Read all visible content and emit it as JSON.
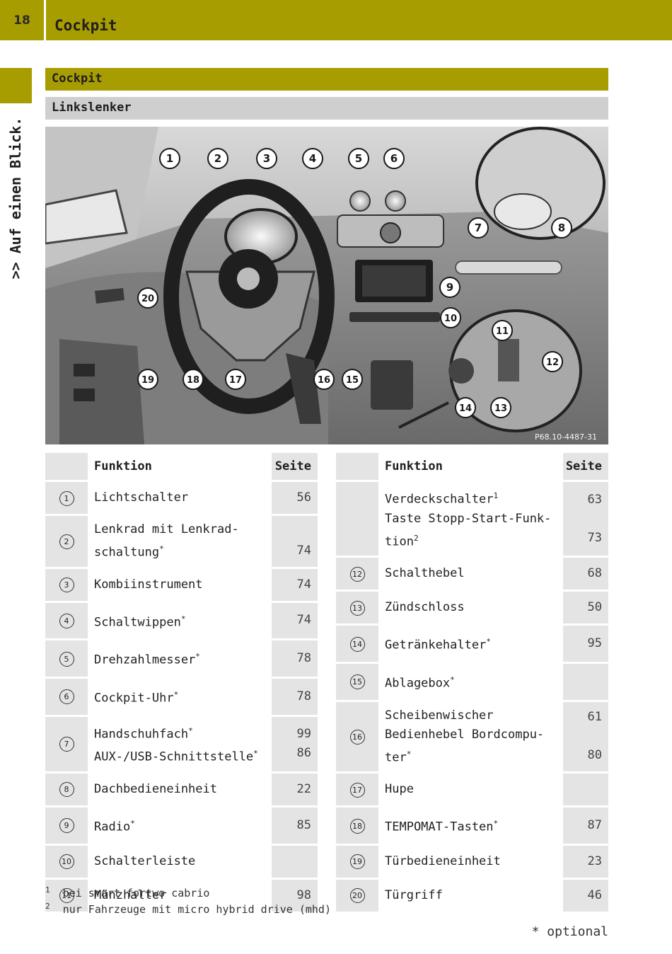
{
  "page_number": "18",
  "header_title": "Cockpit",
  "side_label": ">> Auf einen Blick.",
  "section_title": "Cockpit",
  "subsection_title": "Linkslenker",
  "image_code": "P68.10-4487-31",
  "callouts": [
    "1",
    "2",
    "3",
    "4",
    "5",
    "6",
    "7",
    "8",
    "9",
    "10",
    "11",
    "12",
    "13",
    "14",
    "15",
    "16",
    "17",
    "18",
    "19",
    "20"
  ],
  "table_headers": {
    "function": "Funktion",
    "page": "Seite"
  },
  "left_rows": [
    {
      "num": "1",
      "lines": [
        {
          "text": "Lichtschalter",
          "star": "",
          "page": "56"
        }
      ]
    },
    {
      "num": "2",
      "lines": [
        {
          "text": "Lenkrad mit Lenkrad-",
          "star": "",
          "page": ""
        },
        {
          "text": "schaltung",
          "star": "*",
          "page": "74"
        }
      ]
    },
    {
      "num": "3",
      "lines": [
        {
          "text": "Kombiinstrument",
          "star": "",
          "page": "74"
        }
      ]
    },
    {
      "num": "4",
      "lines": [
        {
          "text": "Schaltwippen",
          "star": "*",
          "page": "74"
        }
      ]
    },
    {
      "num": "5",
      "lines": [
        {
          "text": "Drehzahlmesser",
          "star": "*",
          "page": "78"
        }
      ]
    },
    {
      "num": "6",
      "lines": [
        {
          "text": "Cockpit-Uhr",
          "star": "*",
          "page": "78"
        }
      ]
    },
    {
      "num": "7",
      "lines": [
        {
          "text": "Handschuhfach",
          "star": "*",
          "page": "99"
        },
        {
          "text": "AUX-/USB-Schnittstelle",
          "star": "*",
          "page": "86"
        }
      ]
    },
    {
      "num": "8",
      "lines": [
        {
          "text": "Dachbedieneinheit",
          "star": "",
          "page": "22"
        }
      ]
    },
    {
      "num": "9",
      "lines": [
        {
          "text": "Radio",
          "star": "*",
          "page": "85"
        }
      ]
    },
    {
      "num": "10",
      "lines": [
        {
          "text": "Schalterleiste",
          "star": "",
          "page": ""
        }
      ]
    },
    {
      "num": "11",
      "lines": [
        {
          "text": "Münzhalter",
          "star": "",
          "page": "98"
        }
      ]
    }
  ],
  "right_rows": [
    {
      "num": "",
      "lines": [
        {
          "text": "Verdeckschalter",
          "sup": "1",
          "page": "63"
        },
        {
          "text": "Taste Stopp-Start-Funk-",
          "sup": "",
          "page": ""
        },
        {
          "text": "tion",
          "sup": "2",
          "page": "73"
        }
      ]
    },
    {
      "num": "12",
      "lines": [
        {
          "text": "Schalthebel",
          "sup": "",
          "page": "68"
        }
      ]
    },
    {
      "num": "13",
      "lines": [
        {
          "text": "Zündschloss",
          "sup": "",
          "page": "50"
        }
      ]
    },
    {
      "num": "14",
      "lines": [
        {
          "text": "Getränkehalter",
          "star": "*",
          "page": "95"
        }
      ]
    },
    {
      "num": "15",
      "lines": [
        {
          "text": "Ablagebox",
          "star": "*",
          "page": ""
        }
      ]
    },
    {
      "num": "16",
      "lines": [
        {
          "text": "Scheibenwischer",
          "page": "61"
        },
        {
          "text": "Bedienhebel Bordcompu-",
          "page": ""
        },
        {
          "text": "ter",
          "star": "*",
          "page": "80"
        }
      ]
    },
    {
      "num": "17",
      "lines": [
        {
          "text": "Hupe",
          "page": ""
        }
      ]
    },
    {
      "num": "18",
      "lines": [
        {
          "text": "TEMPOMAT-Tasten",
          "star": "*",
          "page": "87"
        }
      ]
    },
    {
      "num": "19",
      "lines": [
        {
          "text": "Türbedieneinheit",
          "page": "23"
        }
      ]
    },
    {
      "num": "20",
      "lines": [
        {
          "text": "Türgriff",
          "page": "46"
        }
      ]
    }
  ],
  "footnotes": [
    {
      "mark": "1",
      "text": "bei smart fortwo cabrio"
    },
    {
      "mark": "2",
      "text": "nur Fahrzeuge mit micro hybrid drive (mhd)"
    }
  ],
  "optional_note": "* optional"
}
